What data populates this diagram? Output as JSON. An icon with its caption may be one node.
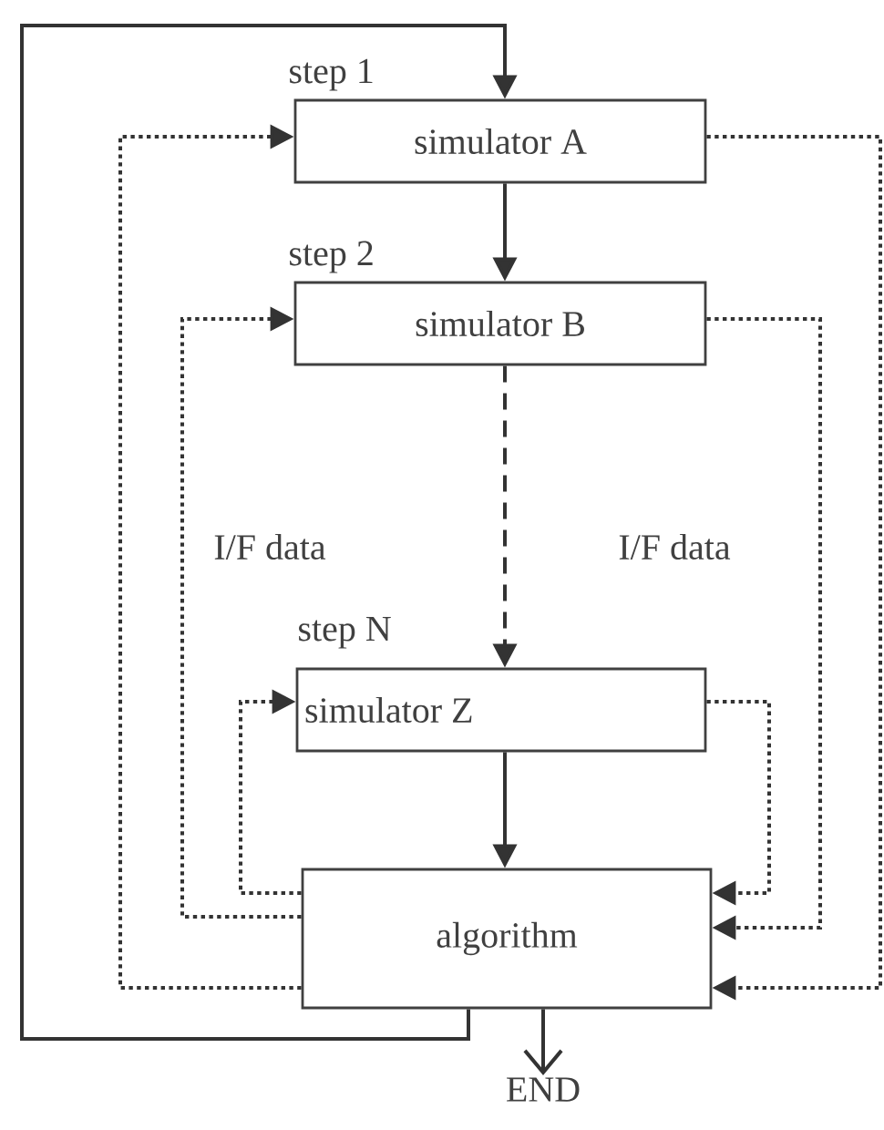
{
  "diagram": {
    "nodes": [
      {
        "text": [
          "simulator A"
        ],
        "beside": [
          "step 1"
        ]
      },
      {
        "text": [
          "simulator B"
        ],
        "beside": [
          "step 2"
        ]
      },
      {
        "text": [
          "simulator Z"
        ],
        "beside": [
          "step N"
        ]
      },
      {
        "text": [
          "algorithm"
        ]
      },
      {
        "text": [
          "END"
        ]
      }
    ],
    "edges": [
      {
        "from": 3,
        "to": 0,
        "arrow": "to"
      },
      {
        "from": 0,
        "to": 1,
        "arrow": "to"
      },
      {
        "from": 1,
        "to": 2,
        "arrow": "to",
        "style": "dashed"
      },
      {
        "from": 2,
        "to": 3,
        "arrow": "to"
      },
      {
        "from": 3,
        "to": 4,
        "arrow": "to"
      },
      {
        "from": 3,
        "to": 0,
        "arrow": "to",
        "style": "dashed"
      },
      {
        "from": 3,
        "to": 1,
        "arrow": "to",
        "style": "dashed"
      },
      {
        "from": 3,
        "to": 2,
        "arrow": "to",
        "style": "dashed"
      },
      {
        "from": 0,
        "to": 3,
        "arrow": "to",
        "style": "dashed"
      },
      {
        "from": 1,
        "to": 3,
        "arrow": "to",
        "style": "dashed"
      },
      {
        "from": 2,
        "to": 3,
        "arrow": "to",
        "style": "dashed"
      }
    ],
    "labels": [
      "I/F data",
      "I/F data"
    ]
  }
}
